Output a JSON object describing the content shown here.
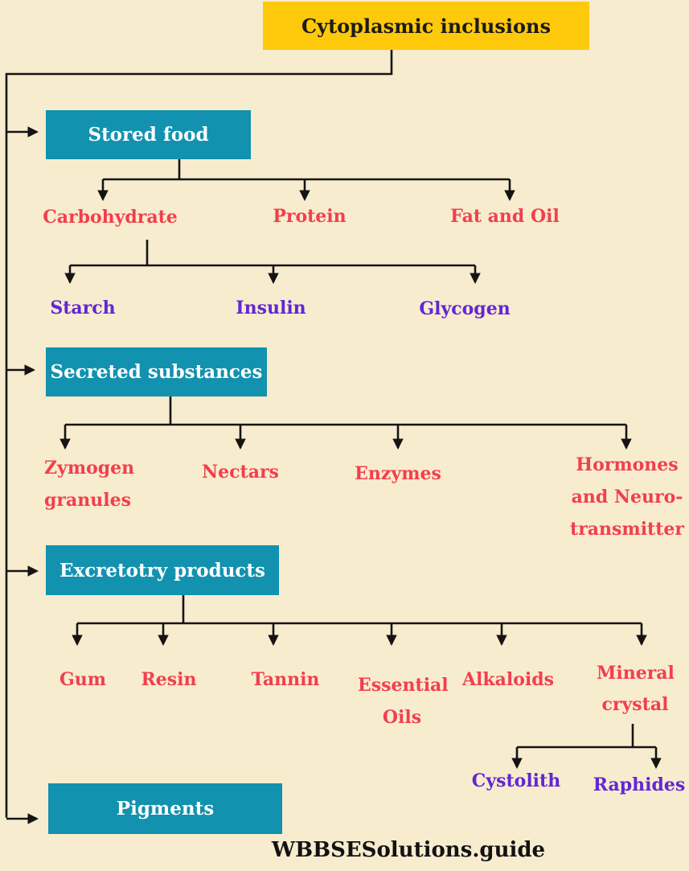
{
  "palette": {
    "background": "#F8ECCF",
    "root_box_fill": "#FFC90B",
    "category_box_fill": "#1292AF",
    "category_box_text": "#FFFFFF",
    "root_text": "#1B1B1B",
    "leaf_red": "#F23F4D",
    "leaf_purple": "#6227D3",
    "line": "#141414"
  },
  "root": {
    "label": "Cytoplasmic inclusions"
  },
  "branches": {
    "stored_food": {
      "label": "Stored food",
      "children": [
        "Carbohydrate",
        "Protein",
        "Fat and Oil"
      ]
    },
    "carbohydrate": {
      "children": [
        "Starch",
        "Insulin",
        "Glycogen"
      ]
    },
    "secreted_substances": {
      "label": "Secreted substances",
      "children": [
        "Zymogen granules",
        "Nectars",
        "Enzymes",
        "Hormones and Neuro-transmitter"
      ]
    },
    "excretory_products": {
      "label": "Excretotry products",
      "children": [
        "Gum",
        "Resin",
        "Tannin",
        "Essential Oils",
        "Alkaloids",
        "Mineral crystal"
      ]
    },
    "mineral_crystal": {
      "children": [
        "Cystolith",
        "Raphides"
      ]
    },
    "pigments": {
      "label": "Pigments"
    }
  },
  "footer": {
    "label": "WBBSESolutions.guide"
  }
}
